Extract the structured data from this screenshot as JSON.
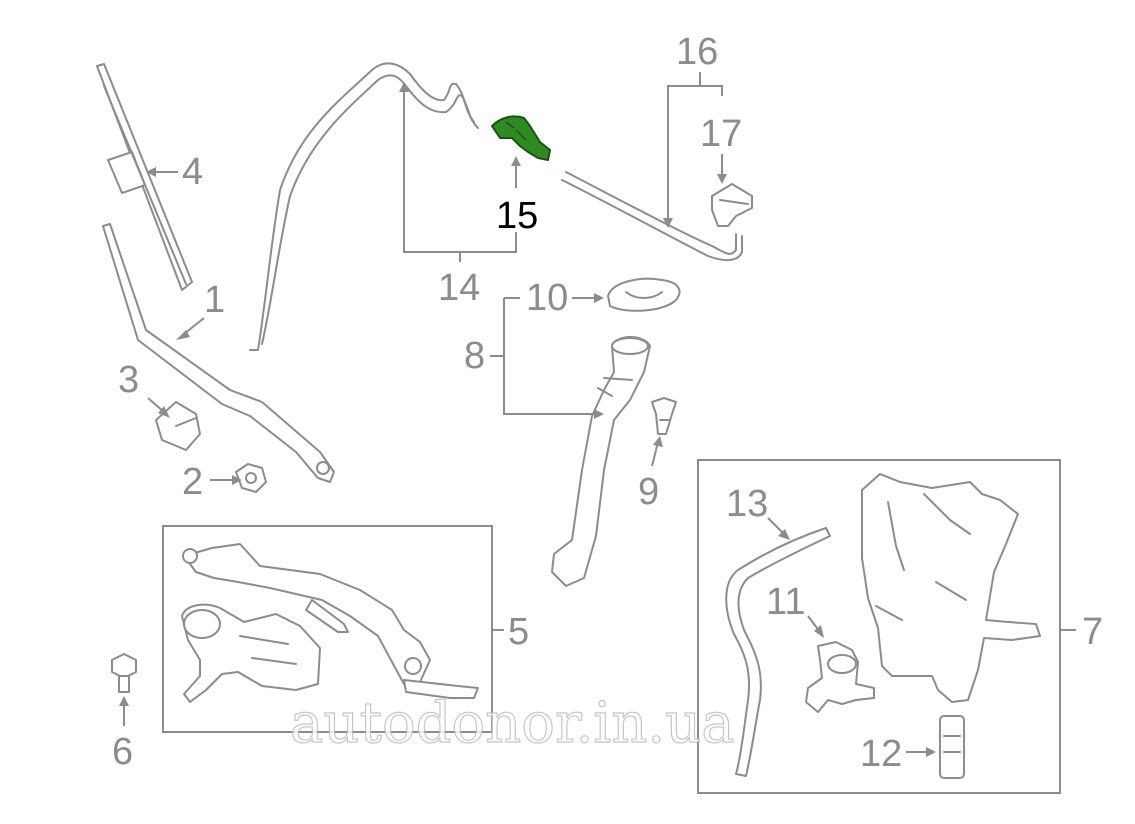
{
  "callouts": {
    "c1": "1",
    "c2": "2",
    "c3": "3",
    "c4": "4",
    "c5": "5",
    "c6": "6",
    "c7": "7",
    "c8": "8",
    "c9": "9",
    "c10": "10",
    "c11": "11",
    "c12": "12",
    "c13": "13",
    "c14": "14",
    "c15": "15",
    "c16": "16",
    "c17": "17"
  },
  "highlight": {
    "part": "15",
    "color": "#2e8b22"
  },
  "watermark": "autodonor.in.ua"
}
